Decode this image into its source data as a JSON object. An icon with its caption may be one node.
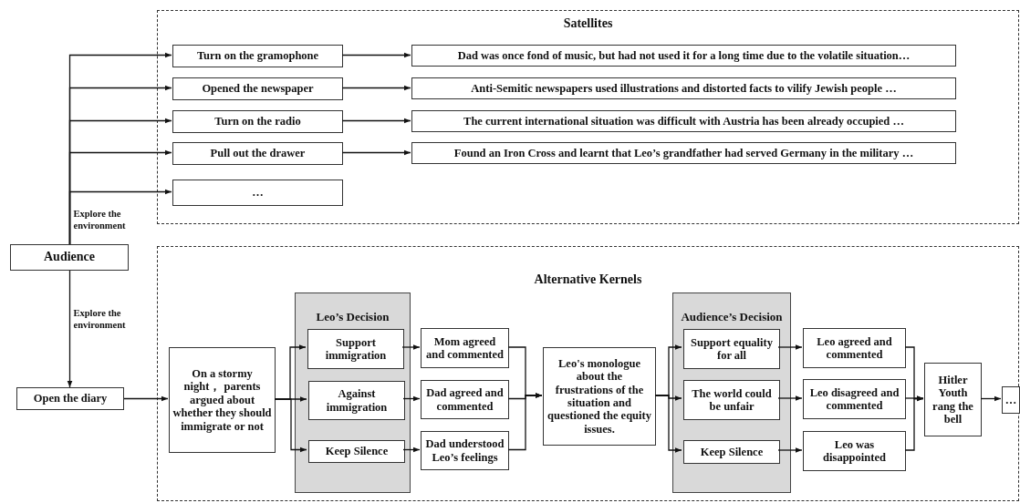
{
  "diagram": {
    "nodes": [
      {
        "text": [
          "Satellites"
        ]
      },
      {
        "text": [
          "Turn on the gramophone"
        ],
        "in": 0
      },
      {
        "text": [
          "Dad was once fond of music, but had not used it for a long time due to the volatile situation…"
        ],
        "in": 0
      },
      {
        "text": [
          "Opened the newspaper"
        ],
        "in": 0
      },
      {
        "text": [
          "Anti-Semitic newspapers used illustrations and distorted facts to vilify Jewish people …"
        ],
        "in": 0
      },
      {
        "text": [
          "Turn on the radio"
        ],
        "in": 0
      },
      {
        "text": [
          "The current international situation was difficult with Austria has been already occupied …"
        ],
        "in": 0
      },
      {
        "text": [
          "Pull out the drawer"
        ],
        "in": 0
      },
      {
        "text": [
          "Found an Iron Cross and learnt that Leo’s grandfather had served Germany in the military …"
        ],
        "in": 0
      },
      {
        "text": [
          "…"
        ],
        "in": 0
      },
      {
        "text": [
          "Audience"
        ]
      },
      {
        "text": [
          "Alternative Kernels"
        ]
      },
      {
        "text": [
          "Open the diary"
        ]
      },
      {
        "text": [
          "On a stormy night， parents argued about whether they should immigrate or not"
        ],
        "in": 11
      },
      {
        "text": [
          "Leo’s Decision"
        ],
        "in": 11
      },
      {
        "text": [
          "Support immigration"
        ],
        "in": 14
      },
      {
        "text": [
          "Against immigration"
        ],
        "in": 14
      },
      {
        "text": [
          "Keep Silence"
        ],
        "in": 14
      },
      {
        "text": [
          "Mom agreed and commented"
        ],
        "in": 11
      },
      {
        "text": [
          "Dad agreed and commented"
        ],
        "in": 11
      },
      {
        "text": [
          "Dad understood Leo’s feelings"
        ],
        "in": 11
      },
      {
        "text": [
          "Leo's monologue about the frustrations of the situation and questioned the equity issues."
        ],
        "in": 11
      },
      {
        "text": [
          "Audience’s Decision"
        ],
        "in": 11
      },
      {
        "text": [
          "Support equality for all"
        ],
        "in": 22
      },
      {
        "text": [
          "The world could be unfair"
        ],
        "in": 22
      },
      {
        "text": [
          "Keep Silence"
        ],
        "in": 22
      },
      {
        "text": [
          "Leo agreed and commented"
        ],
        "in": 11
      },
      {
        "text": [
          "Leo disagreed and commented"
        ],
        "in": 11
      },
      {
        "text": [
          "Leo was disappointed"
        ],
        "in": 11
      },
      {
        "text": [
          "Hitler Youth rang the bell"
        ],
        "in": 11
      },
      {
        "text": [
          "…"
        ],
        "in": 11
      }
    ],
    "edges": [
      {
        "from": 10,
        "to": 1,
        "arrow": "to"
      },
      {
        "from": 10,
        "to": 3,
        "arrow": "to"
      },
      {
        "from": 10,
        "to": 5,
        "arrow": "to"
      },
      {
        "from": 10,
        "to": 7,
        "arrow": "to"
      },
      {
        "from": 10,
        "to": 9,
        "arrow": "to",
        "label": "Explore the environment"
      },
      {
        "from": 1,
        "to": 2,
        "arrow": "to"
      },
      {
        "from": 3,
        "to": 4,
        "arrow": "to"
      },
      {
        "from": 5,
        "to": 6,
        "arrow": "to"
      },
      {
        "from": 7,
        "to": 8,
        "arrow": "to"
      },
      {
        "from": 10,
        "to": 12,
        "arrow": "to",
        "label": "Explore the environment"
      },
      {
        "from": 12,
        "to": 13,
        "arrow": "to"
      },
      {
        "from": 13,
        "to": 15,
        "arrow": "to"
      },
      {
        "from": 13,
        "to": 16,
        "arrow": "to"
      },
      {
        "from": 13,
        "to": 17,
        "arrow": "to"
      },
      {
        "from": 15,
        "to": 18,
        "arrow": "to"
      },
      {
        "from": 16,
        "to": 19,
        "arrow": "to"
      },
      {
        "from": 17,
        "to": 20,
        "arrow": "to"
      },
      {
        "from": 18,
        "to": 21,
        "arrow": "to"
      },
      {
        "from": 19,
        "to": 21,
        "arrow": "to"
      },
      {
        "from": 20,
        "to": 21,
        "arrow": "to"
      },
      {
        "from": 21,
        "to": 23,
        "arrow": "to"
      },
      {
        "from": 21,
        "to": 24,
        "arrow": "to"
      },
      {
        "from": 21,
        "to": 25,
        "arrow": "to"
      },
      {
        "from": 23,
        "to": 26,
        "arrow": "to"
      },
      {
        "from": 24,
        "to": 27,
        "arrow": "to"
      },
      {
        "from": 25,
        "to": 28,
        "arrow": "to"
      },
      {
        "from": 26,
        "to": 29,
        "arrow": "to"
      },
      {
        "from": 27,
        "to": 29,
        "arrow": "to"
      },
      {
        "from": 28,
        "to": 29,
        "arrow": "to"
      },
      {
        "from": 29,
        "to": 30,
        "arrow": "to"
      }
    ]
  }
}
